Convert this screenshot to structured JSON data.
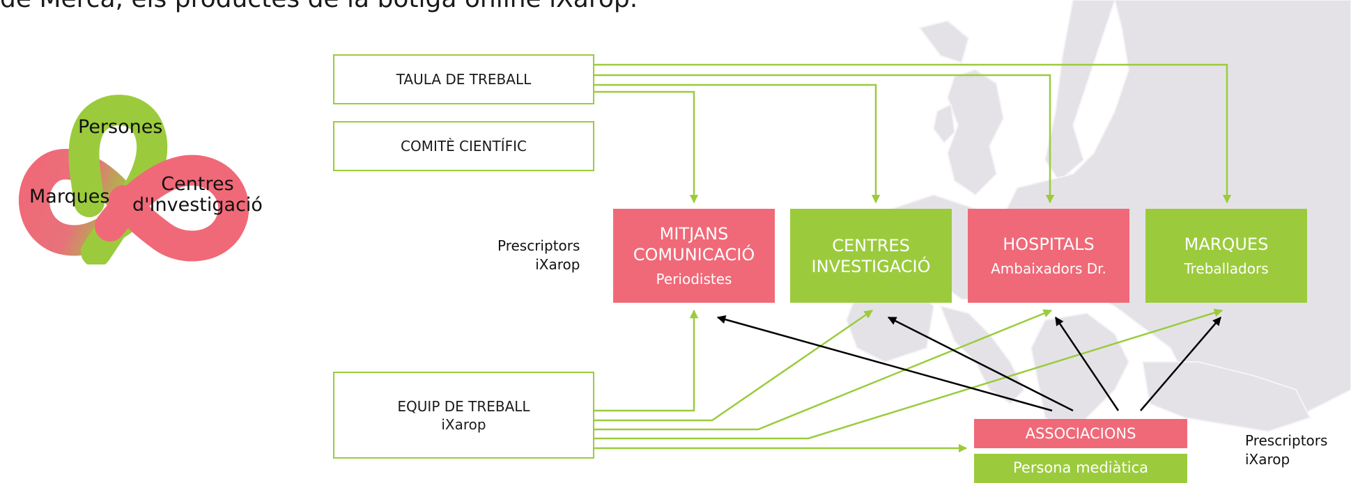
{
  "intro_text": "de Merca, els productes de la botiga online iXarop.",
  "infinity": {
    "labels": [
      "Persones",
      "Marques",
      "Centres",
      "d'Investigació"
    ],
    "colors": {
      "pink": "#f06978",
      "green": "#9bcb3c"
    }
  },
  "left_boxes": {
    "taula": "TAULA DE TREBALL",
    "comite": "COMITÈ CIENTÍFIC",
    "equip_line1": "EQUIP DE TREBALL",
    "equip_line2": "iXarop"
  },
  "prescriptors_left": {
    "line1": "Prescriptors",
    "line2": "iXarop"
  },
  "prescriptors_right": {
    "line1": "Prescriptors",
    "line2": "iXarop"
  },
  "targets": [
    {
      "line1": "MITJANS",
      "line2": "COMUNICACIÓ",
      "sub": "Periodistes",
      "color": "pink"
    },
    {
      "line1": "CENTRES",
      "line2": "INVESTIGACIÓ",
      "sub": "",
      "color": "green"
    },
    {
      "line1": "HOSPITALS",
      "line2": "",
      "sub": "Ambaixadors Dr.",
      "color": "pink"
    },
    {
      "line1": "MARQUES",
      "line2": "",
      "sub": "Treballadors",
      "color": "green"
    }
  ],
  "bottom": {
    "associacions": "ASSOCIACIONS",
    "persona": "Persona mediàtica"
  },
  "colors": {
    "green": "#9bcb3c",
    "pink": "#f06978",
    "map": "#e3e1e6",
    "arrow": "#000000"
  }
}
